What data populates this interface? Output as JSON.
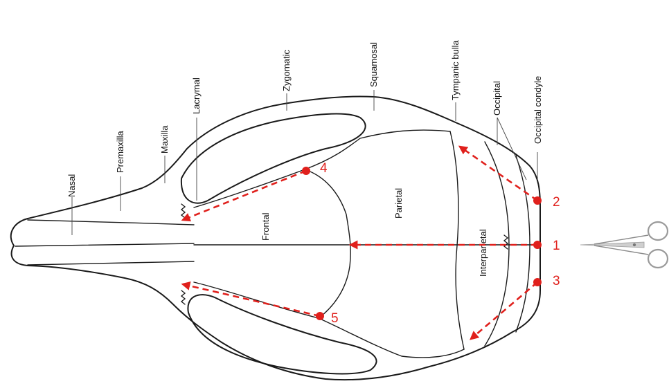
{
  "labels": {
    "nasal": "Nasal",
    "premaxilla": "Premaxilla",
    "maxilla": "Maxilla",
    "lacrymal": "Lacrymal",
    "zygomatic": "Zygomatic",
    "squamosal": "Squamosal",
    "tympanic_bulla": "Tympanic bulla",
    "occipital": "Occipital",
    "occipital_condyle": "Occipital condyle",
    "frontal": "Frontal",
    "parietal": "Parietal",
    "interparietal": "Interparietal"
  },
  "cut_points": [
    "1",
    "2",
    "3",
    "4",
    "5"
  ],
  "colors": {
    "cut_line": "#e0201c",
    "outline": "#1a1a1a"
  },
  "icons": {
    "tool": "scissors-icon"
  }
}
